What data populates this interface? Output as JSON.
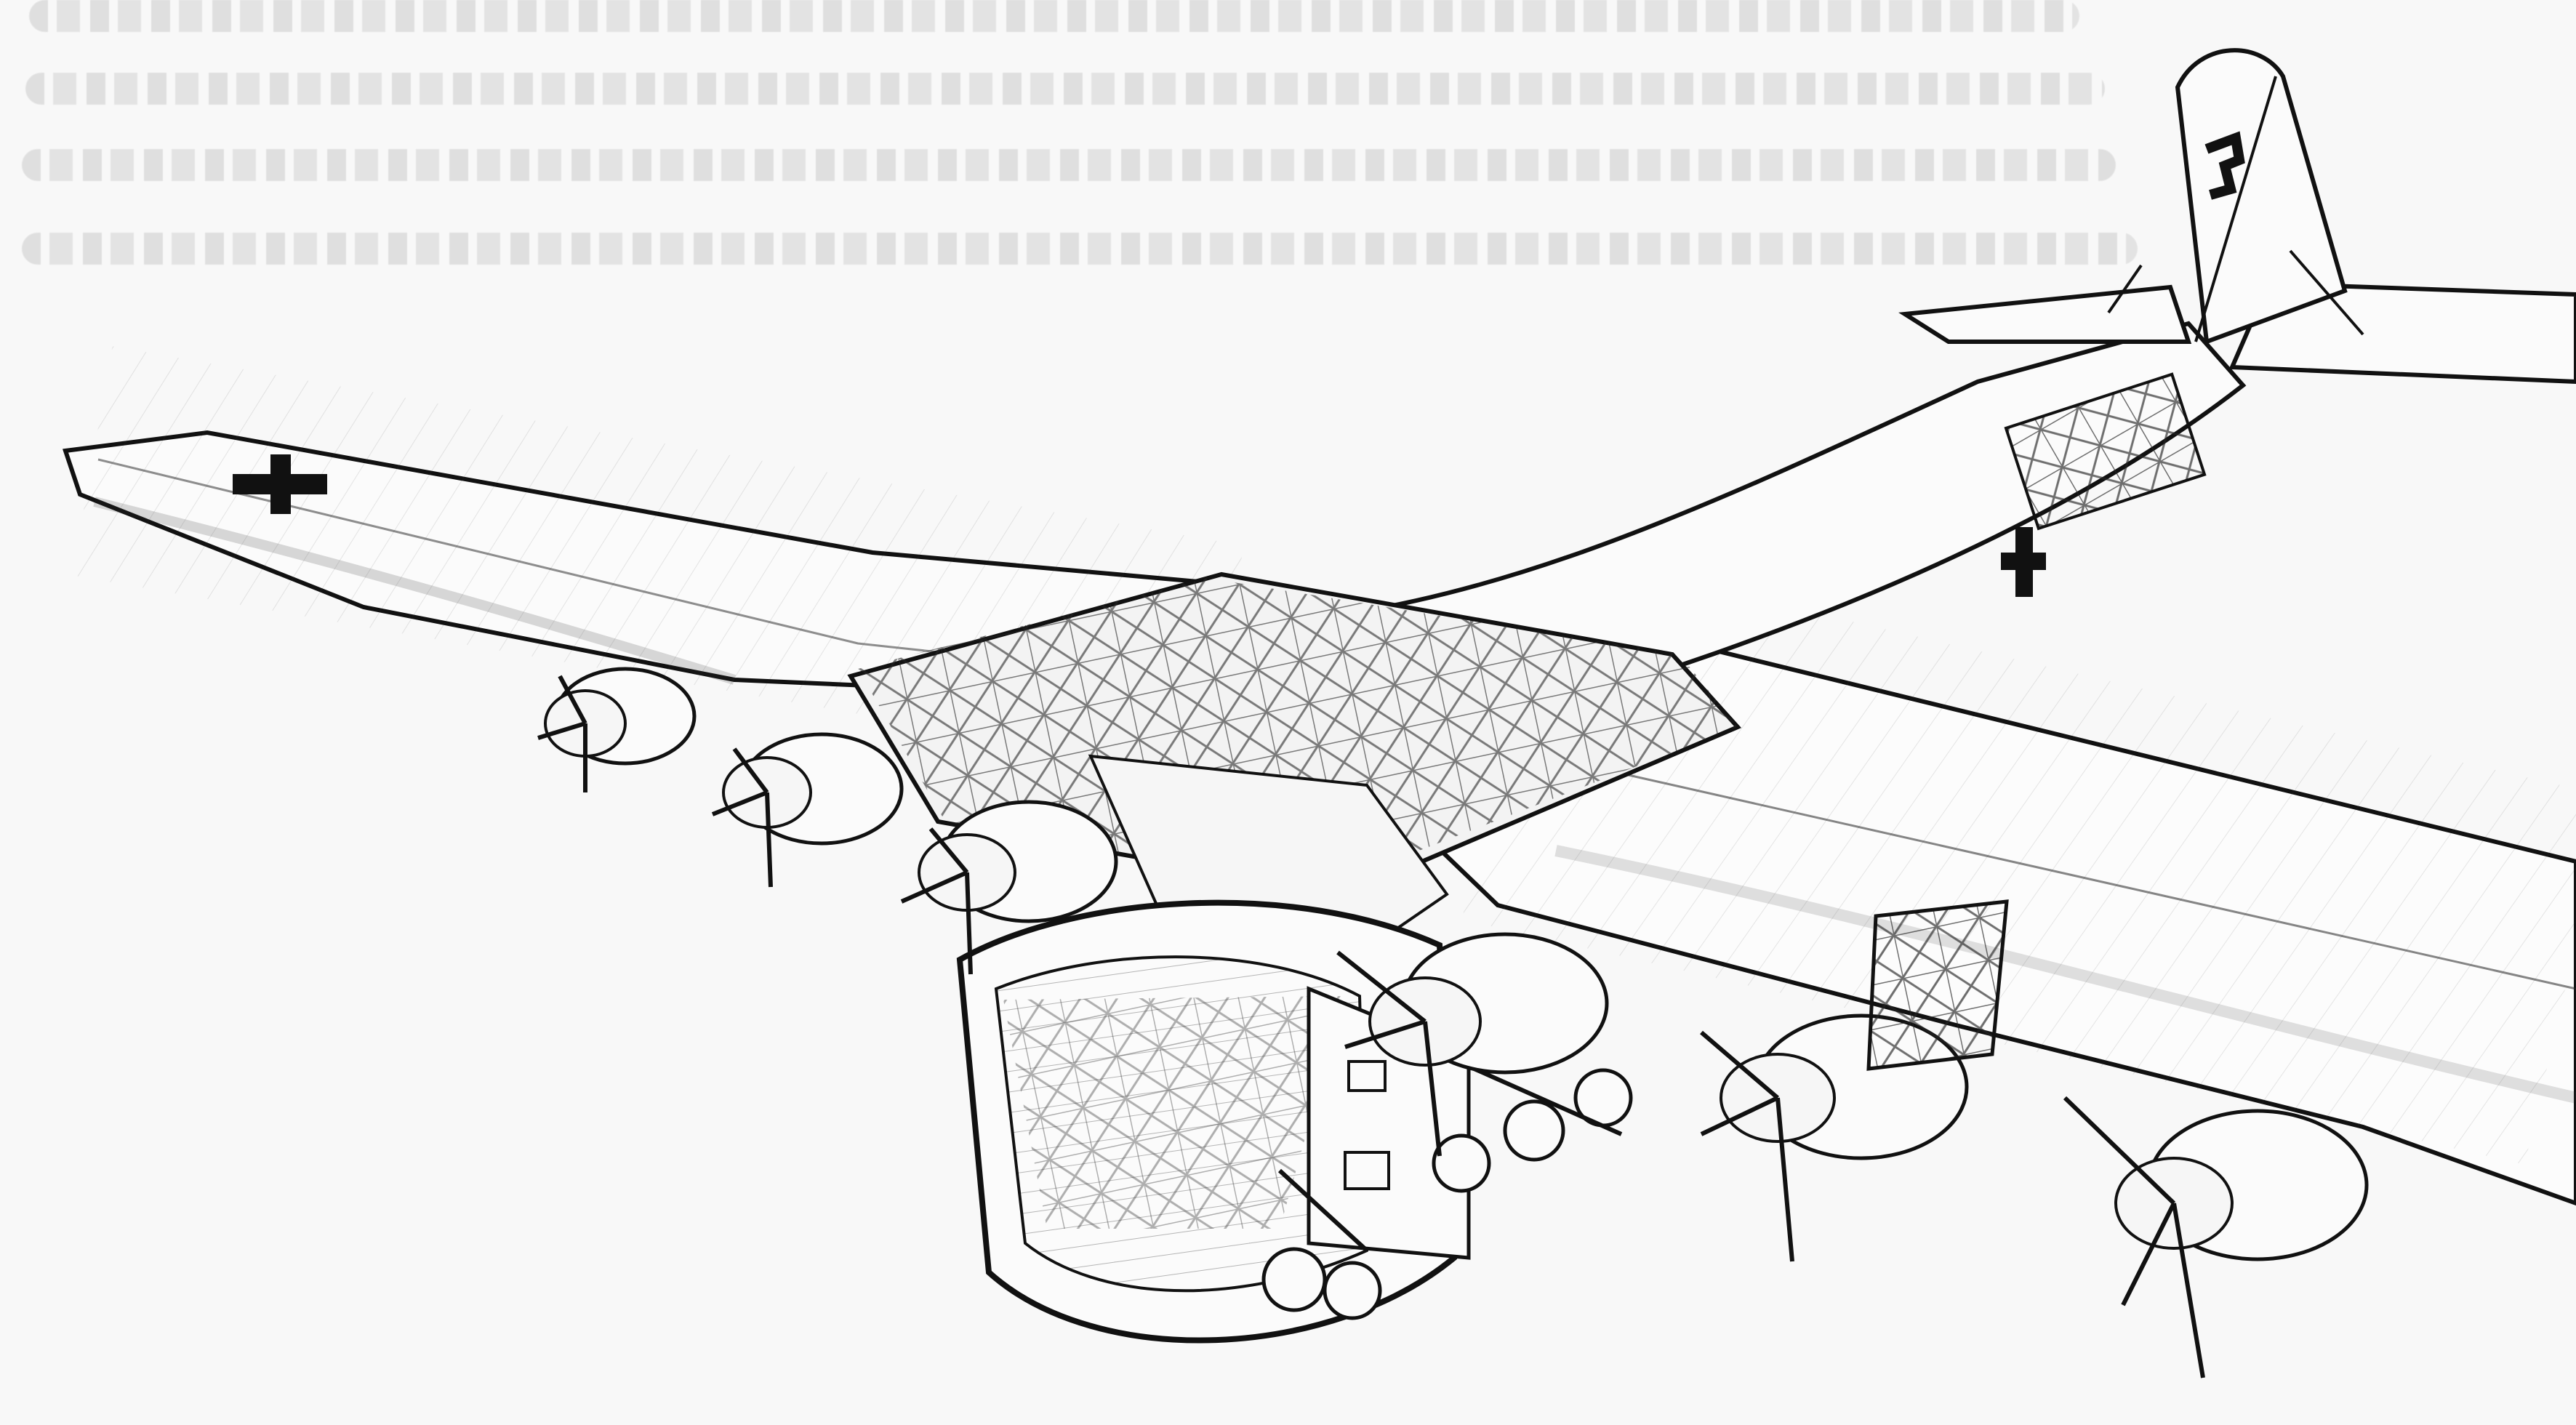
{
  "illustration": {
    "subject": "cutaway-aircraft",
    "insignia": [
      "balkenkreuz",
      "balkenkreuz",
      "swastika"
    ],
    "line_color": "#111111",
    "paper_color": "#f8f8f8",
    "bleed_color": "#bfbfbf"
  }
}
